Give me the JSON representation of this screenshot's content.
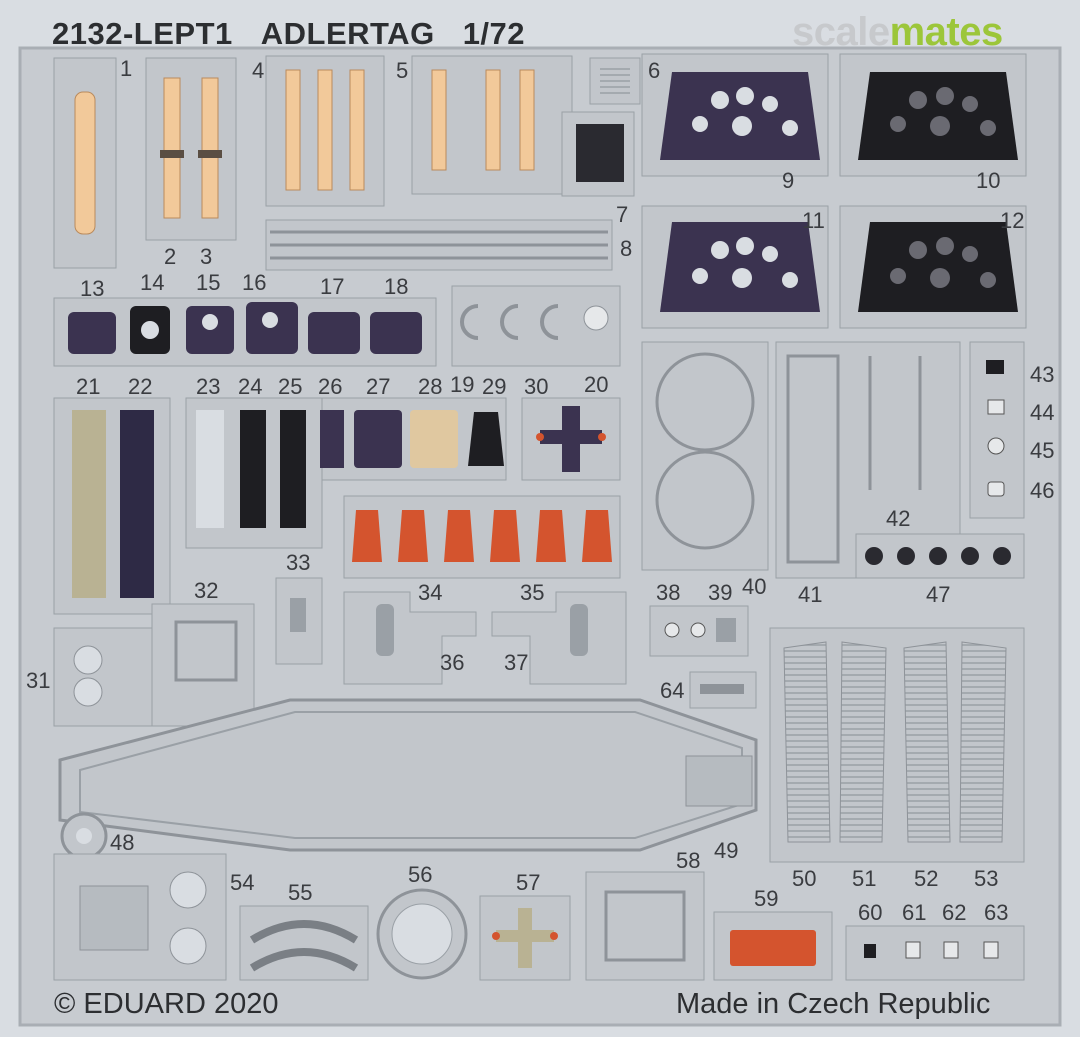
{
  "header": {
    "code": "2132-LEPT1",
    "name": "ADLERTAG",
    "scale": "1/72"
  },
  "watermark": {
    "part1": "scale",
    "part2": "mates"
  },
  "footer": {
    "copyright": "© EDUARD 2020",
    "origin": "Made in Czech Republic"
  },
  "part_numbers": [
    "1",
    "2",
    "3",
    "4",
    "5",
    "6",
    "7",
    "8",
    "9",
    "10",
    "11",
    "12",
    "13",
    "14",
    "15",
    "16",
    "17",
    "18",
    "19",
    "20",
    "21",
    "22",
    "23",
    "24",
    "25",
    "26",
    "27",
    "28",
    "29",
    "30",
    "31",
    "32",
    "33",
    "34",
    "35",
    "36",
    "37",
    "38",
    "39",
    "40",
    "41",
    "42",
    "43",
    "44",
    "45",
    "46",
    "47",
    "48",
    "49",
    "50",
    "51",
    "52",
    "53",
    "54",
    "55",
    "56",
    "57",
    "58",
    "59",
    "60",
    "61",
    "62",
    "63",
    "64"
  ],
  "colors": {
    "fret": "#c7cbd0",
    "background": "#d9dde2",
    "panel_purple": "#3b3350",
    "panel_black": "#1e1e22",
    "belt_tan": "#f2c99a",
    "orange": "#d4542e",
    "sidewall_khaki": "#b9b293",
    "brand_green": "#9cc63a"
  }
}
